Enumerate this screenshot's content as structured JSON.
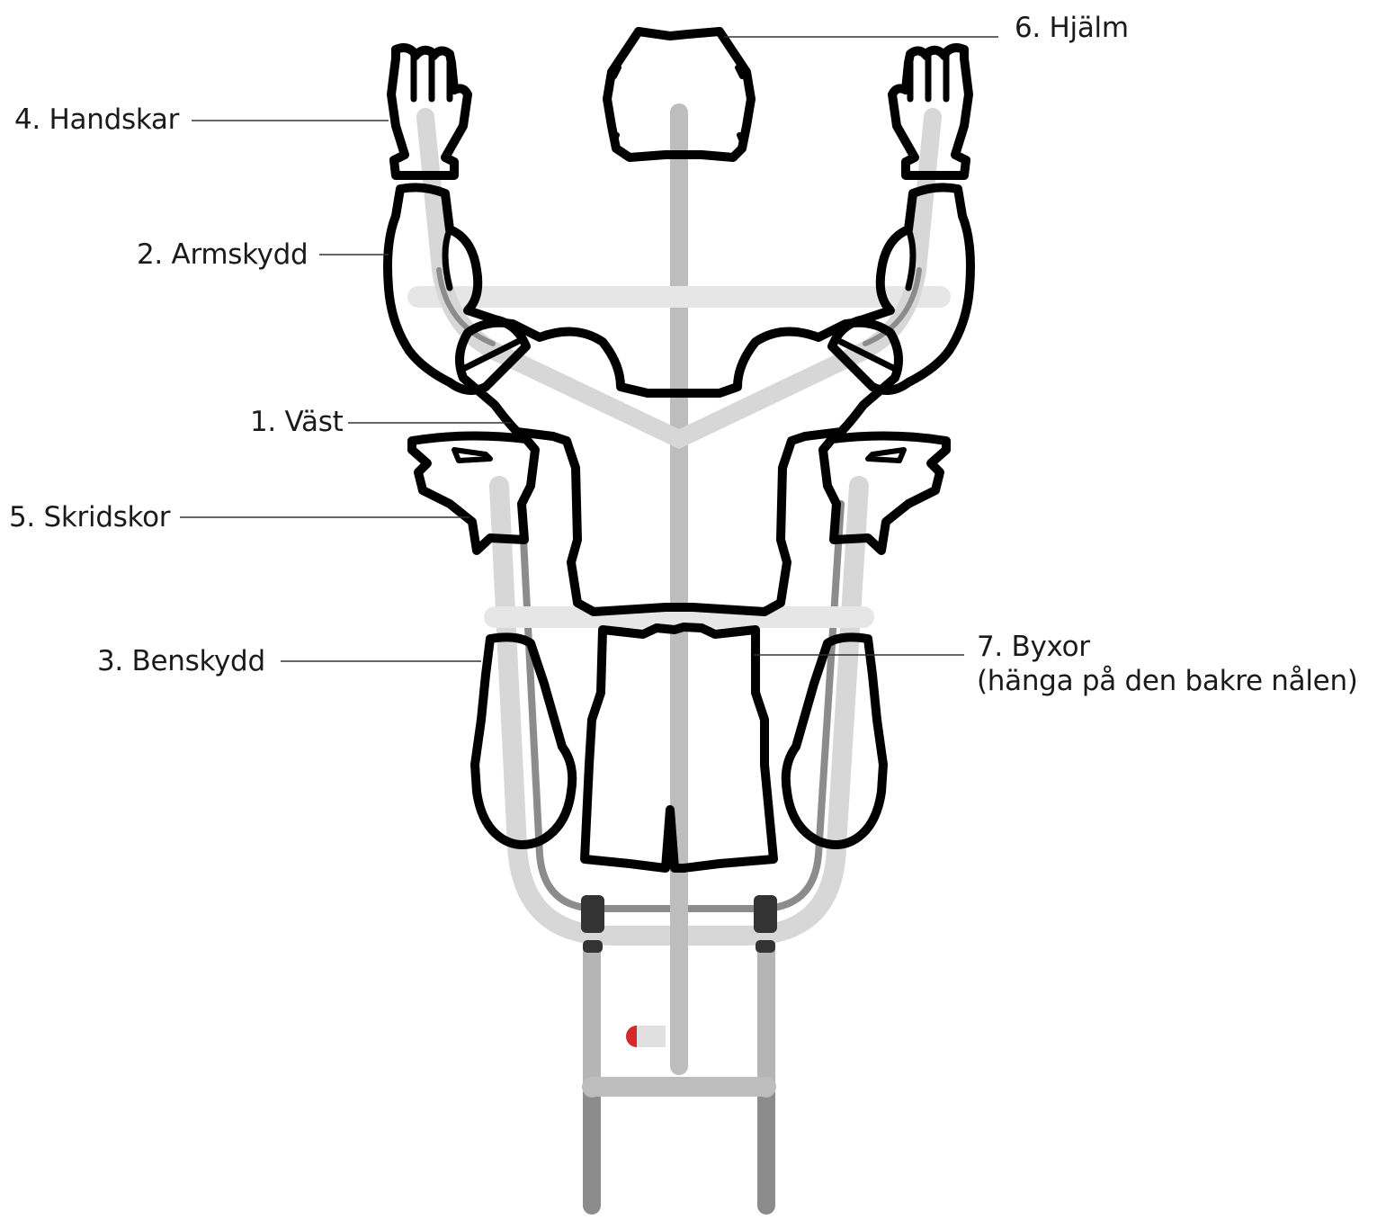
{
  "labels": {
    "vest": "1. Väst",
    "arm_guards": "2. Armskydd",
    "shin_guards": "3. Benskydd",
    "gloves": "4. Handskar",
    "skates": "5. Skridskor",
    "helmet": "6. Hjälm",
    "pants_line1": "7. Byxor",
    "pants_line2": "(hänga på den bakre nålen)"
  },
  "colors": {
    "outline": "#000000",
    "rack_light": "#e6e6e6",
    "rack_mid": "#bdbdbd",
    "rack_dark": "#8c8c8c",
    "rack_black": "#333333",
    "accent_red": "#d42a2a",
    "leader_line": "#333333"
  }
}
